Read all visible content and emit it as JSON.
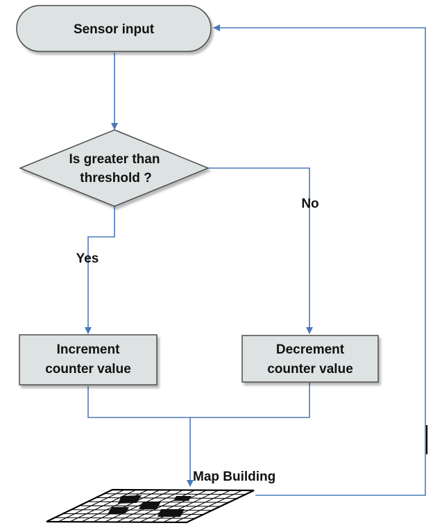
{
  "nodes": {
    "start": {
      "label": "Sensor input"
    },
    "decision": {
      "line1": "Is greater than",
      "line2": "threshold ?"
    },
    "increment": {
      "line1": "Increment",
      "line2": "counter value"
    },
    "decrement": {
      "line1": "Decrement",
      "line2": "counter value"
    },
    "map": {
      "label": "Map Building"
    }
  },
  "edges": {
    "yes_label": "Yes",
    "no_label": "No"
  },
  "colors": {
    "connector": "#4a78b8",
    "node_fill": "#dde3e3",
    "node_stroke": "#4b4b4b",
    "text": "#111111"
  }
}
